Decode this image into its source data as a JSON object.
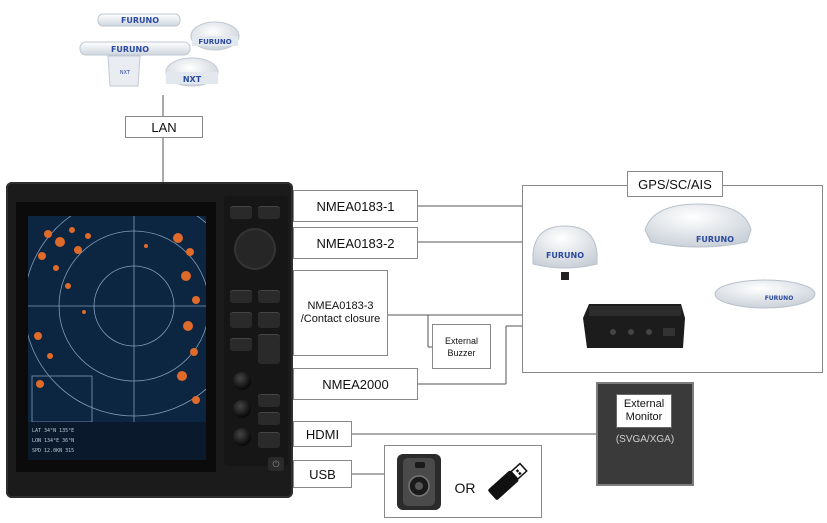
{
  "labels": {
    "lan": "LAN",
    "nmea1": "NMEA0183-1",
    "nmea2": "NMEA0183-2",
    "nmea3_line1": "NMEA0183-3",
    "nmea3_line2": "/Contact closure",
    "buzzer_line1": "External",
    "buzzer_line2": "Buzzer",
    "nmea2000": "NMEA2000",
    "hdmi": "HDMI",
    "usb": "USB",
    "gps_title": "GPS/SC/AIS",
    "monitor_line1": "External",
    "monitor_line2": "Monitor",
    "monitor_res": "(SVGA/XGA)",
    "or": "OR"
  },
  "brand": {
    "dome_text": "FURUNO",
    "antenna_text": "FURUNO",
    "nxt_text": "NXT"
  },
  "colors": {
    "wire": "#555555",
    "box_border": "#888888",
    "display_bezel": "#1b1b1b",
    "radar_bg": "#0c2540",
    "radar_echo": "#e06a2a",
    "monitor_frame": "#3a3a3a"
  },
  "icons": [
    "radar-antenna-icon",
    "gps-dome-icon",
    "sensor-box-icon",
    "card-reader-icon",
    "usb-stick-icon",
    "monitor-icon"
  ]
}
